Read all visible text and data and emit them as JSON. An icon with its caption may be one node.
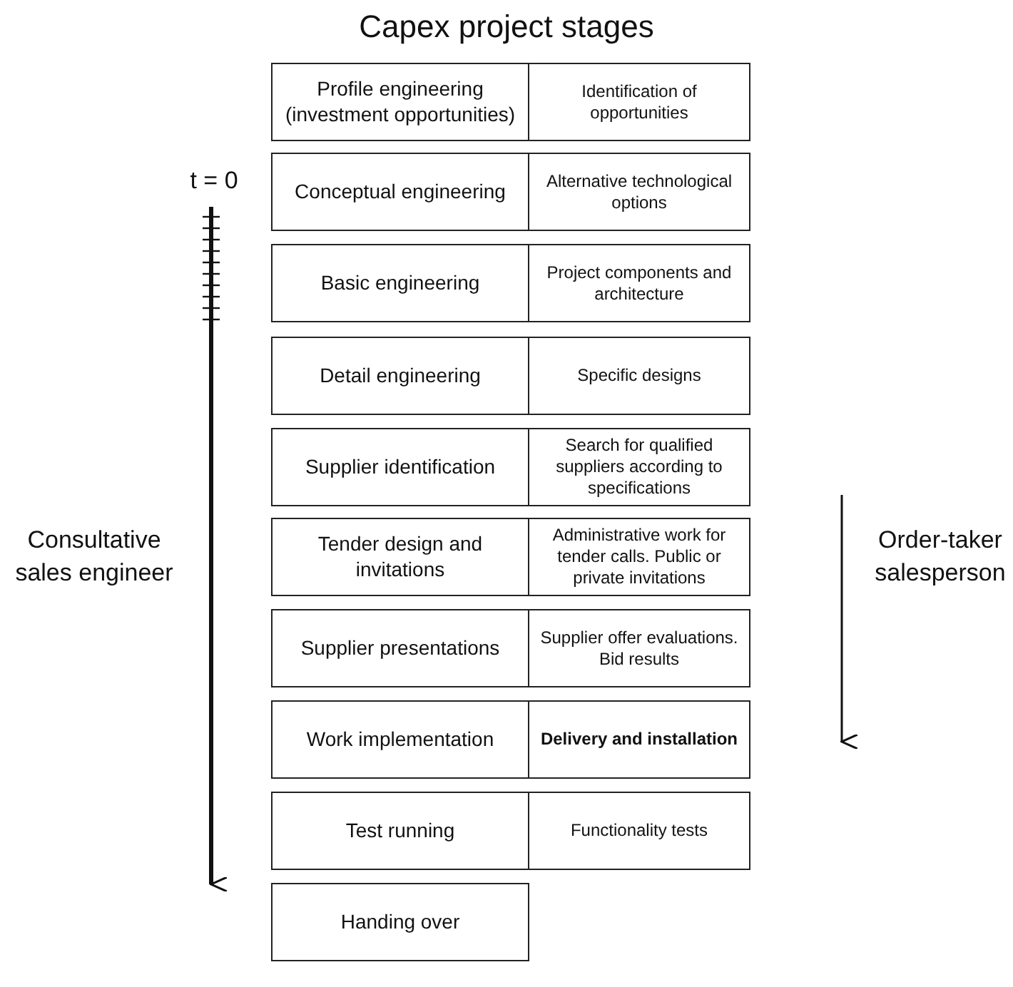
{
  "diagram": {
    "title": "Capex project stages",
    "nodes": [
      {
        "text": [
          "Profile engineering (investment opportunities)"
        ]
      },
      {
        "text": [
          "Identification of opportunities"
        ]
      },
      {
        "text": [
          "Conceptual engineering"
        ]
      },
      {
        "text": [
          "Alternative technological options"
        ]
      },
      {
        "text": [
          "Basic engineering"
        ]
      },
      {
        "text": [
          "Project components and architecture"
        ]
      },
      {
        "text": [
          "Detail engineering"
        ]
      },
      {
        "text": [
          "Specific designs"
        ]
      },
      {
        "text": [
          "Supplier identification"
        ]
      },
      {
        "text": [
          "Search for qualified suppliers according to specifications"
        ]
      },
      {
        "text": [
          "Tender design and invitations"
        ]
      },
      {
        "text": [
          "Administrative work for tender calls. Public or private invitations"
        ]
      },
      {
        "text": [
          "Supplier presentations"
        ]
      },
      {
        "text": [
          "Supplier offer evaluations. Bid results"
        ]
      },
      {
        "text": [
          "Work implementation"
        ]
      },
      {
        "text": [
          "Delivery and installation"
        ]
      },
      {
        "text": [
          "Test running"
        ]
      },
      {
        "text": [
          "Functionality tests"
        ]
      },
      {
        "text": [
          "Handing over"
        ]
      }
    ],
    "labels": [
      "t = 0",
      "Consultative sales engineer",
      "Order-taker salesperson"
    ]
  }
}
